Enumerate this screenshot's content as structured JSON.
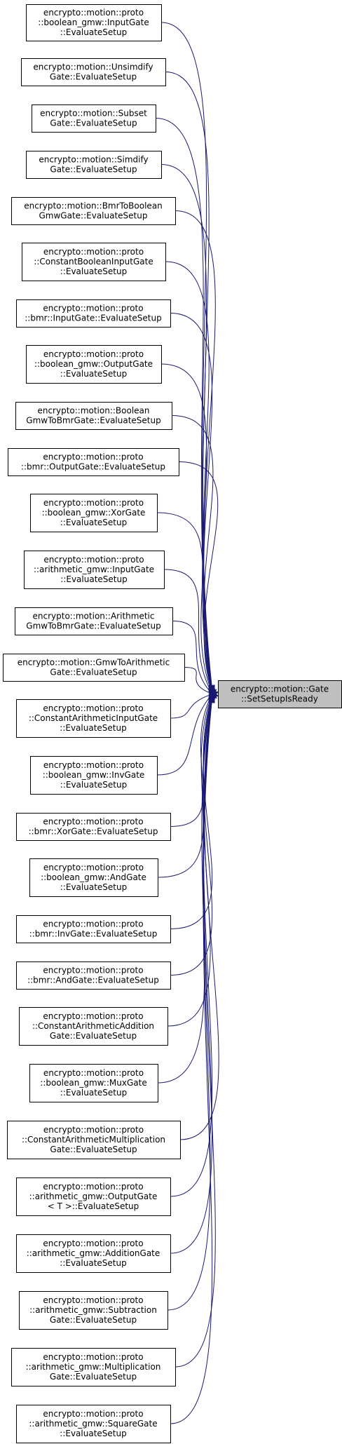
{
  "target": {
    "lines": [
      "encrypto::motion::Gate",
      "::SetSetupIsReady"
    ],
    "interactable": true
  },
  "callers": [
    {
      "lines": [
        "encrypto::motion::proto",
        "::boolean_gmw::InputGate",
        "::EvaluateSetup"
      ]
    },
    {
      "lines": [
        "encrypto::motion::Unsimdify",
        "Gate::EvaluateSetup"
      ]
    },
    {
      "lines": [
        "encrypto::motion::Subset",
        "Gate::EvaluateSetup"
      ]
    },
    {
      "lines": [
        "encrypto::motion::Simdify",
        "Gate::EvaluateSetup"
      ]
    },
    {
      "lines": [
        "encrypto::motion::BmrToBoolean",
        "GmwGate::EvaluateSetup"
      ]
    },
    {
      "lines": [
        "encrypto::motion::proto",
        "::ConstantBooleanInputGate",
        "::EvaluateSetup"
      ]
    },
    {
      "lines": [
        "encrypto::motion::proto",
        "::bmr::InputGate::EvaluateSetup"
      ]
    },
    {
      "lines": [
        "encrypto::motion::proto",
        "::boolean_gmw::OutputGate",
        "::EvaluateSetup"
      ]
    },
    {
      "lines": [
        "encrypto::motion::Boolean",
        "GmwToBmrGate::EvaluateSetup"
      ]
    },
    {
      "lines": [
        "encrypto::motion::proto",
        "::bmr::OutputGate::EvaluateSetup"
      ]
    },
    {
      "lines": [
        "encrypto::motion::proto",
        "::boolean_gmw::XorGate",
        "::EvaluateSetup"
      ]
    },
    {
      "lines": [
        "encrypto::motion::proto",
        "::arithmetic_gmw::InputGate",
        "::EvaluateSetup"
      ]
    },
    {
      "lines": [
        "encrypto::motion::Arithmetic",
        "GmwToBmrGate::EvaluateSetup"
      ]
    },
    {
      "lines": [
        "encrypto::motion::GmwToArithmetic",
        "Gate::EvaluateSetup"
      ]
    },
    {
      "lines": [
        "encrypto::motion::proto",
        "::ConstantArithmeticInputGate",
        "::EvaluateSetup"
      ]
    },
    {
      "lines": [
        "encrypto::motion::proto",
        "::boolean_gmw::InvGate",
        "::EvaluateSetup"
      ]
    },
    {
      "lines": [
        "encrypto::motion::proto",
        "::bmr::XorGate::EvaluateSetup"
      ]
    },
    {
      "lines": [
        "encrypto::motion::proto",
        "::boolean_gmw::AndGate",
        "::EvaluateSetup"
      ]
    },
    {
      "lines": [
        "encrypto::motion::proto",
        "::bmr::InvGate::EvaluateSetup"
      ]
    },
    {
      "lines": [
        "encrypto::motion::proto",
        "::bmr::AndGate::EvaluateSetup"
      ]
    },
    {
      "lines": [
        "encrypto::motion::proto",
        "::ConstantArithmeticAddition",
        "Gate::EvaluateSetup"
      ]
    },
    {
      "lines": [
        "encrypto::motion::proto",
        "::boolean_gmw::MuxGate",
        "::EvaluateSetup"
      ]
    },
    {
      "lines": [
        "encrypto::motion::proto",
        "::ConstantArithmeticMultiplication",
        "Gate::EvaluateSetup"
      ]
    },
    {
      "lines": [
        "encrypto::motion::proto",
        "::arithmetic_gmw::OutputGate",
        "< T >::EvaluateSetup"
      ]
    },
    {
      "lines": [
        "encrypto::motion::proto",
        "::arithmetic_gmw::AdditionGate",
        "::EvaluateSetup"
      ]
    },
    {
      "lines": [
        "encrypto::motion::proto",
        "::arithmetic_gmw::Subtraction",
        "Gate::EvaluateSetup"
      ]
    },
    {
      "lines": [
        "encrypto::motion::proto",
        "::arithmetic_gmw::Multiplication",
        "Gate::EvaluateSetup"
      ]
    },
    {
      "lines": [
        "encrypto::motion::proto",
        "::arithmetic_gmw::SquareGate",
        "::EvaluateSetup"
      ]
    }
  ],
  "colors": {
    "edge": "#191970",
    "target_fill": "#bfbfbf",
    "node_fill": "#ffffff",
    "node_stroke": "#000000"
  }
}
